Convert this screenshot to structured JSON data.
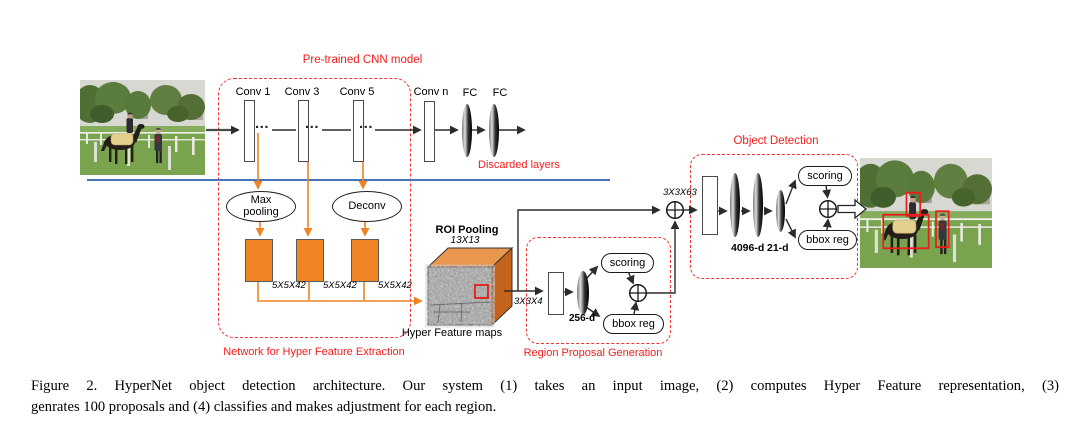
{
  "diagram": {
    "pretrained_label": "Pre-trained CNN model",
    "conv_labels": [
      "Conv 1",
      "Conv 3",
      "Conv 5",
      "Conv n"
    ],
    "fc_labels": [
      "FC",
      "FC"
    ],
    "dots": "...",
    "discarded_label": "Discarded layers",
    "pooling_ops": [
      "Max pooling",
      "Deconv"
    ],
    "hyper_dims": [
      "5X5X42",
      "5X5X42",
      "5X5X42"
    ],
    "network_label": "Network for Hyper Feature Extraction",
    "roi": {
      "title": "ROI Pooling",
      "size": "13X13",
      "maps_label": "Hyper Feature maps"
    },
    "rpg": {
      "box_label": "Region Proposal Generation",
      "conv_dim": "3X3X4",
      "fc_dim": "256-d",
      "scoring_label": "scoring",
      "bbox_label": "bbox reg"
    },
    "od": {
      "box_label": "Object Detection",
      "conv_dim": "3X3X63",
      "fc_dim": "4096-d",
      "cls_dim": "21-d",
      "scoring_label": "scoring",
      "bbox_label": "bbox reg"
    }
  },
  "caption": {
    "line1": "Figure 2. HyperNet object detection architecture. Our system (1) takes an input image, (2) computes Hyper Feature representation, (3)",
    "line2": "genrates 100 proposals and (4) classifies and makes adjustment for each region."
  },
  "colors": {
    "accent_red": "#f71b1b",
    "orange": "#ef8425",
    "blue_line": "#4a74b8"
  }
}
